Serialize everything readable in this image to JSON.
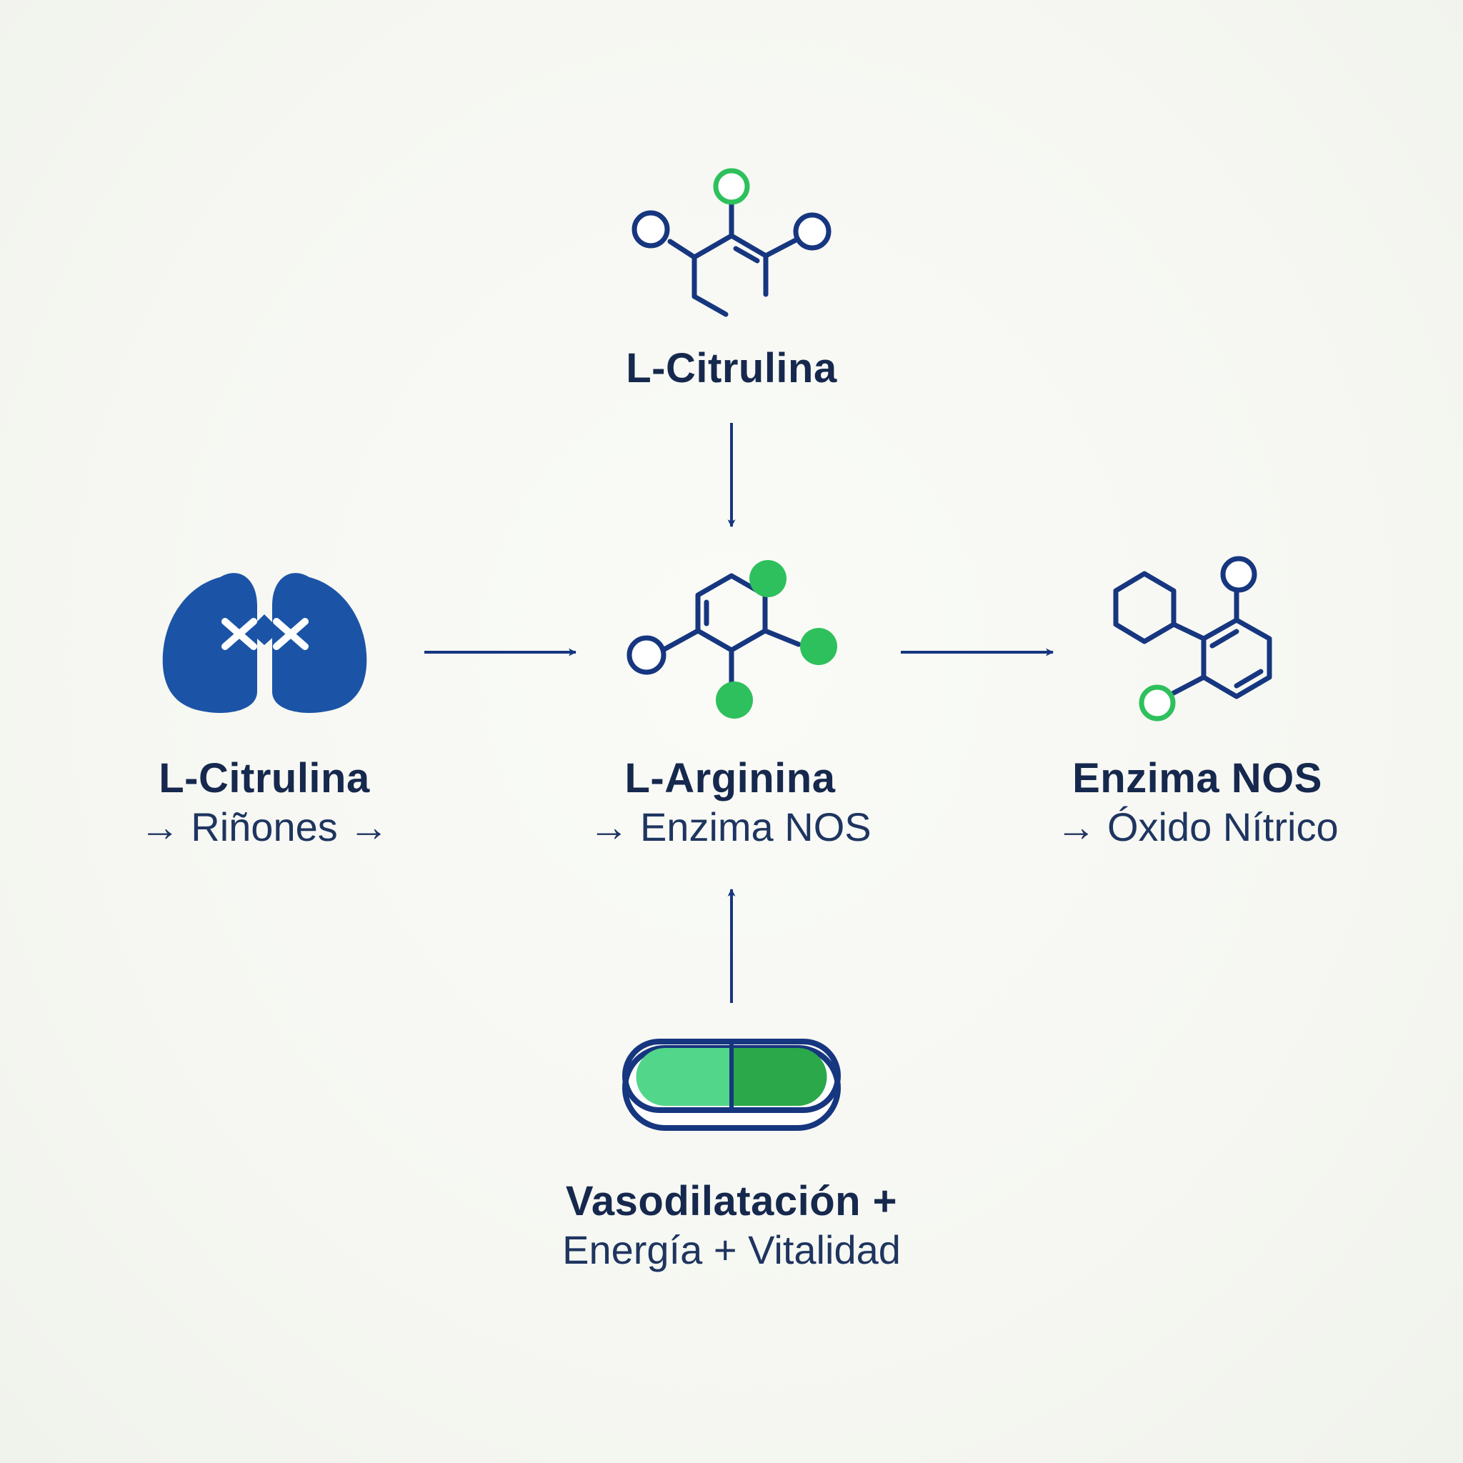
{
  "colors": {
    "navy": "#16367f",
    "blue": "#1b54a6",
    "green": "#2ec05c",
    "green_light": "#52d68a",
    "green_dark": "#2aa84a",
    "text": "#16284d"
  },
  "nodes": {
    "top": {
      "title": "L-Citrulina",
      "icon": "molecule-icon"
    },
    "left": {
      "title": "L-Citrulina",
      "subtitle": "→ Riñones →",
      "icon": "lungs-icon"
    },
    "center": {
      "title": "L-Arginina",
      "subtitle": "→ Enzima NOS",
      "icon": "molecule-icon"
    },
    "right": {
      "title": "Enzima NOS",
      "subtitle": "→ Óxido Nítrico",
      "icon": "molecule-icon"
    },
    "bottom": {
      "title": "Vasodilatación +",
      "subtitle": "Energía + Vitalidad",
      "icon": "capsule-icon"
    }
  },
  "arrows": [
    {
      "from": "top",
      "to": "center"
    },
    {
      "from": "left",
      "to": "center"
    },
    {
      "from": "center",
      "to": "right"
    },
    {
      "from": "bottom",
      "to": "center"
    }
  ]
}
